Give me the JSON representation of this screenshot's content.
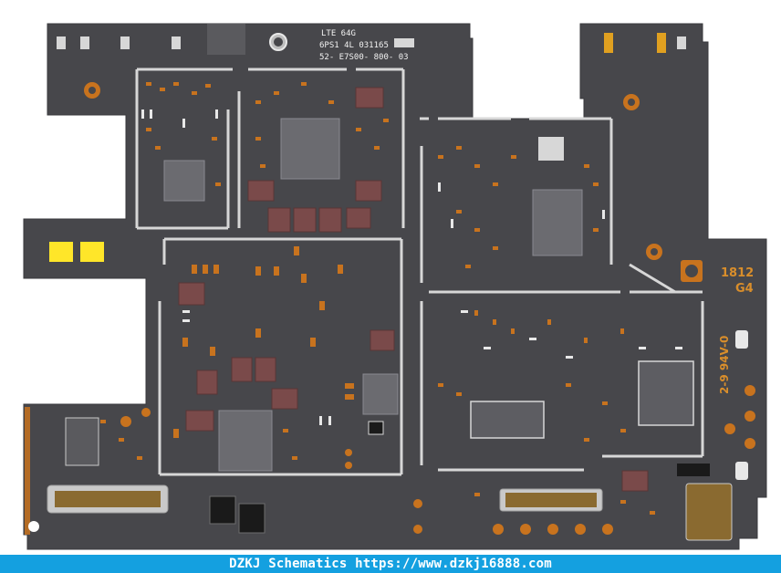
{
  "board": {
    "labels": {
      "model": "LTE 64G",
      "part_number": "6PS1 4L 031165",
      "revision": "52- E7S00- 800- 03",
      "date_code": "1812",
      "grade": "G4",
      "flammability": "2-9 94V-0"
    }
  },
  "colors": {
    "pcb": "#47474b",
    "component": "#c8731e",
    "shield": "#d7d7d7",
    "chip": "#7a4a4a",
    "highlight": "#ffe629",
    "footer": "#14a0e0"
  },
  "footer": {
    "text": "DZKJ Schematics https://www.dzkj16888.com"
  }
}
